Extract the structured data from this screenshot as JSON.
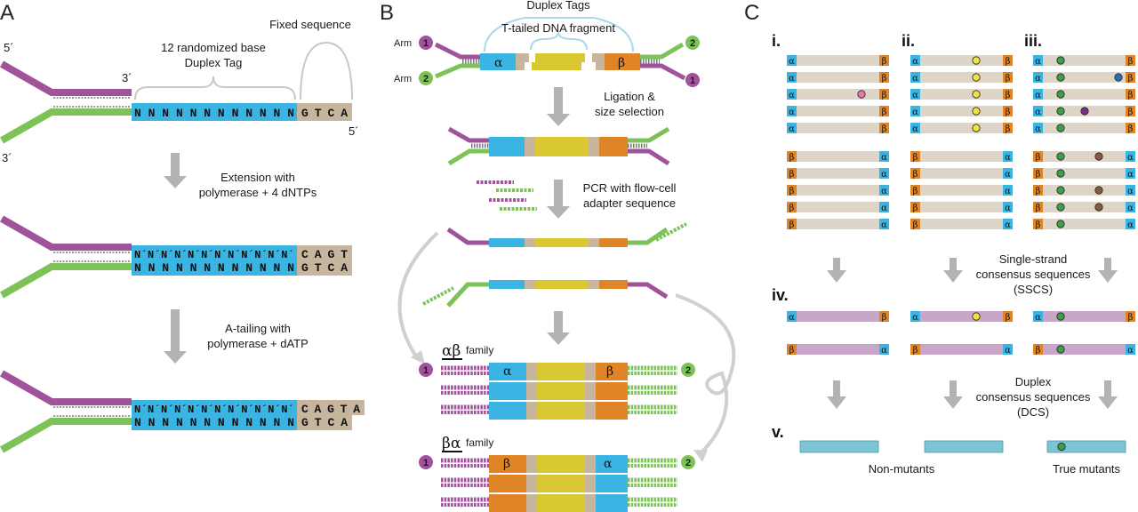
{
  "panels": [
    "A",
    "B",
    "C"
  ],
  "colors": {
    "purple": "#a0529b",
    "green": "#7cc257",
    "blue": "#3ab5e3",
    "tan": "#c7b59d",
    "yellow": "#d9c832",
    "orange": "#e08428",
    "read": "#ddd6c8",
    "sscs": "#c7a6c9",
    "dcs": "#7cc3d3",
    "arrow": "#b3b3b3"
  },
  "panelA": {
    "label_5prime_top": "5´",
    "label_3prime_top": "3´",
    "label_3prime_bottom": "3´",
    "label_5prime_right": "5´",
    "tag_label_line1": "12 randomized base",
    "tag_label_line2": "Duplex Tag",
    "fixed_label": "Fixed sequence",
    "tag_seq": "NNNNNNNNNNNN",
    "fixed_seq": "GTCA",
    "step1_line1": "Extension with",
    "step1_line2": "polymerase + 4 dNTPs",
    "comp_seq": "N´N´N´N´N´N´N´N´N´N´N´N´",
    "comp_fixed": "CAGT",
    "step2_line1": "A-tailing with",
    "step2_line2": "polymerase + dATP",
    "tail_fixed": "CAGTA"
  },
  "panelB": {
    "duplex_tags": "Duplex Tags",
    "fragment_label": "T-tailed DNA fragment",
    "arm_label": "Arm",
    "arm1": "1",
    "arm2": "2",
    "alpha": "α",
    "beta": "β",
    "step1_line1": "Ligation &",
    "step1_line2": "size selection",
    "step2_line1": "PCR with flow-cell",
    "step2_line2": "adapter sequence",
    "family_ab_symbol": "αβ",
    "family_ba_symbol": "βα",
    "family_word": "family"
  },
  "panelC": {
    "roman": [
      "i.",
      "ii.",
      "iii.",
      "iv.",
      "v."
    ],
    "sscs_line1": "Single-strand",
    "sscs_line2": "consensus sequences",
    "sscs_line3": "(SSCS)",
    "dcs_line1": "Duplex",
    "dcs_line2": "consensus sequences",
    "dcs_line3": "(DCS)",
    "non_mutants": "Non-mutants",
    "true_mutants": "True mutants",
    "alpha": "α",
    "beta": "β"
  }
}
